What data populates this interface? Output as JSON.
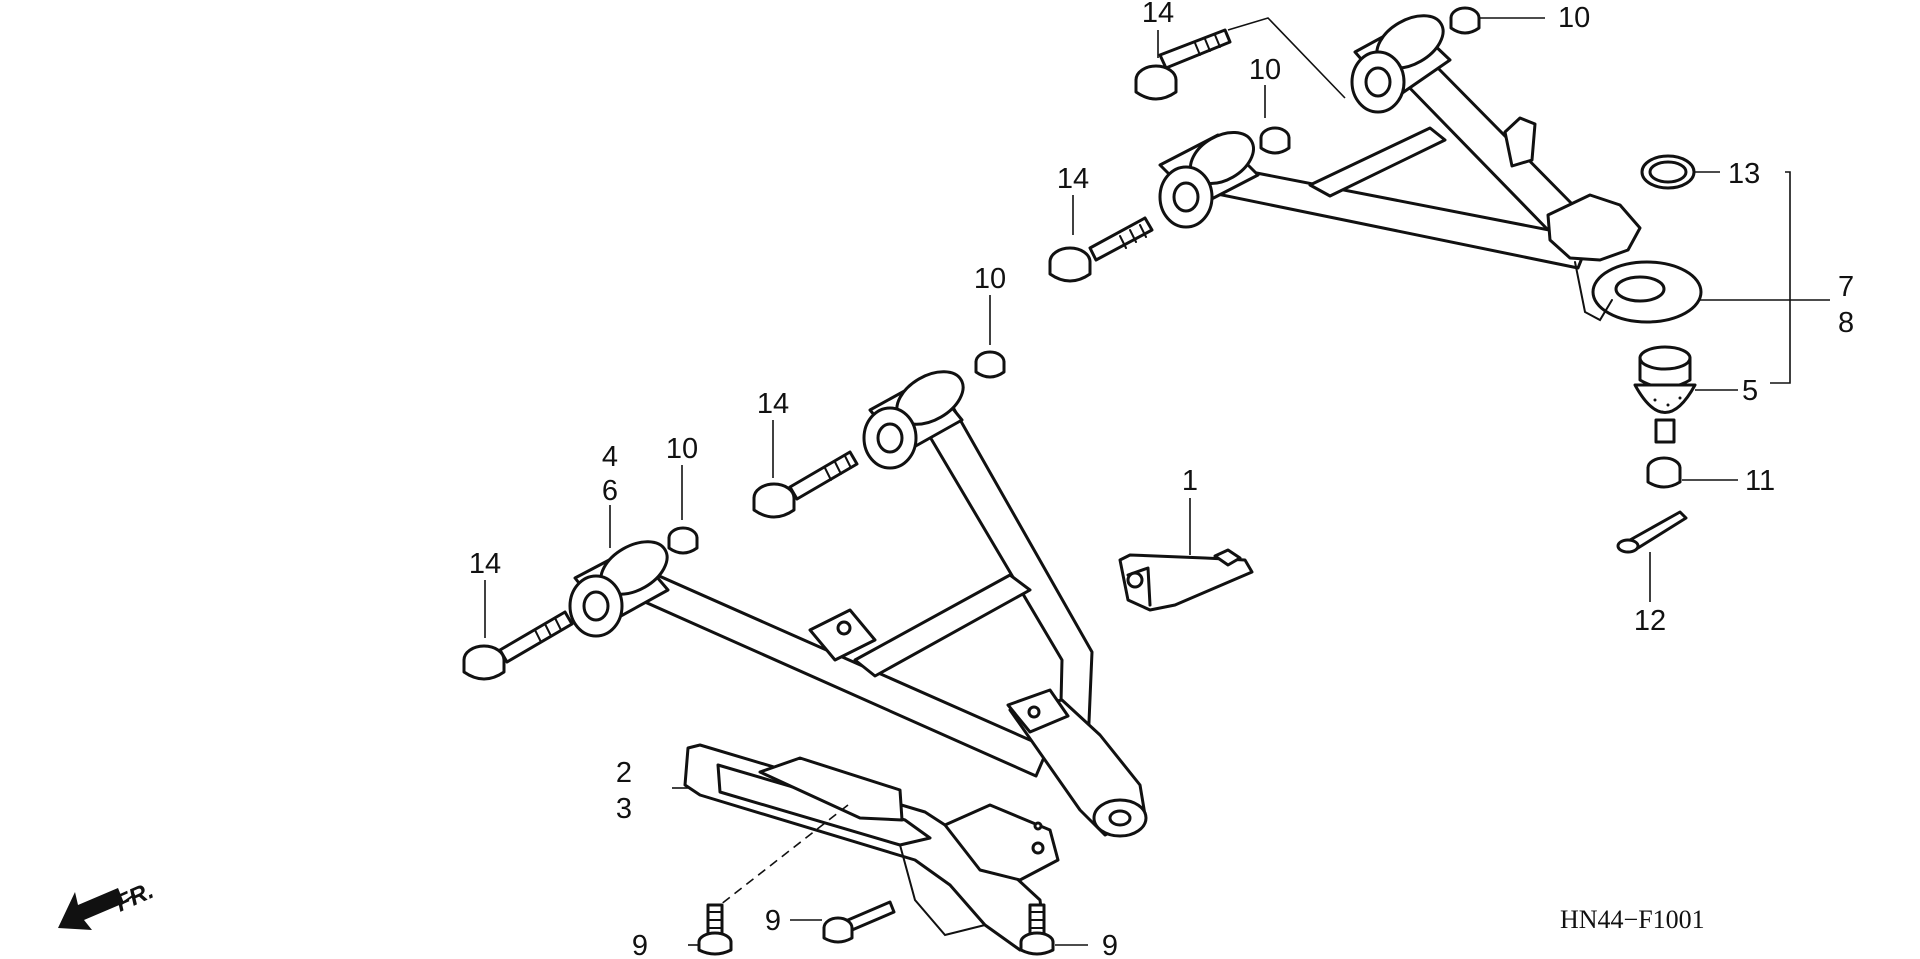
{
  "diagram_code": "HN44−F1001",
  "direction_label": "FR.",
  "callouts": {
    "n1": "1",
    "n2": "2",
    "n3": "3",
    "n4": "4",
    "n5": "5",
    "n6": "6",
    "n7": "7",
    "n8": "8",
    "n9a": "9",
    "n9b": "9",
    "n9c": "9",
    "n10a": "10",
    "n10b": "10",
    "n10c": "10",
    "n10d": "10",
    "n11": "11",
    "n12": "12",
    "n13": "13",
    "n14a": "14",
    "n14b": "14",
    "n14c": "14",
    "n14d": "14"
  },
  "icons": [
    "front-direction-arrow-icon"
  ]
}
